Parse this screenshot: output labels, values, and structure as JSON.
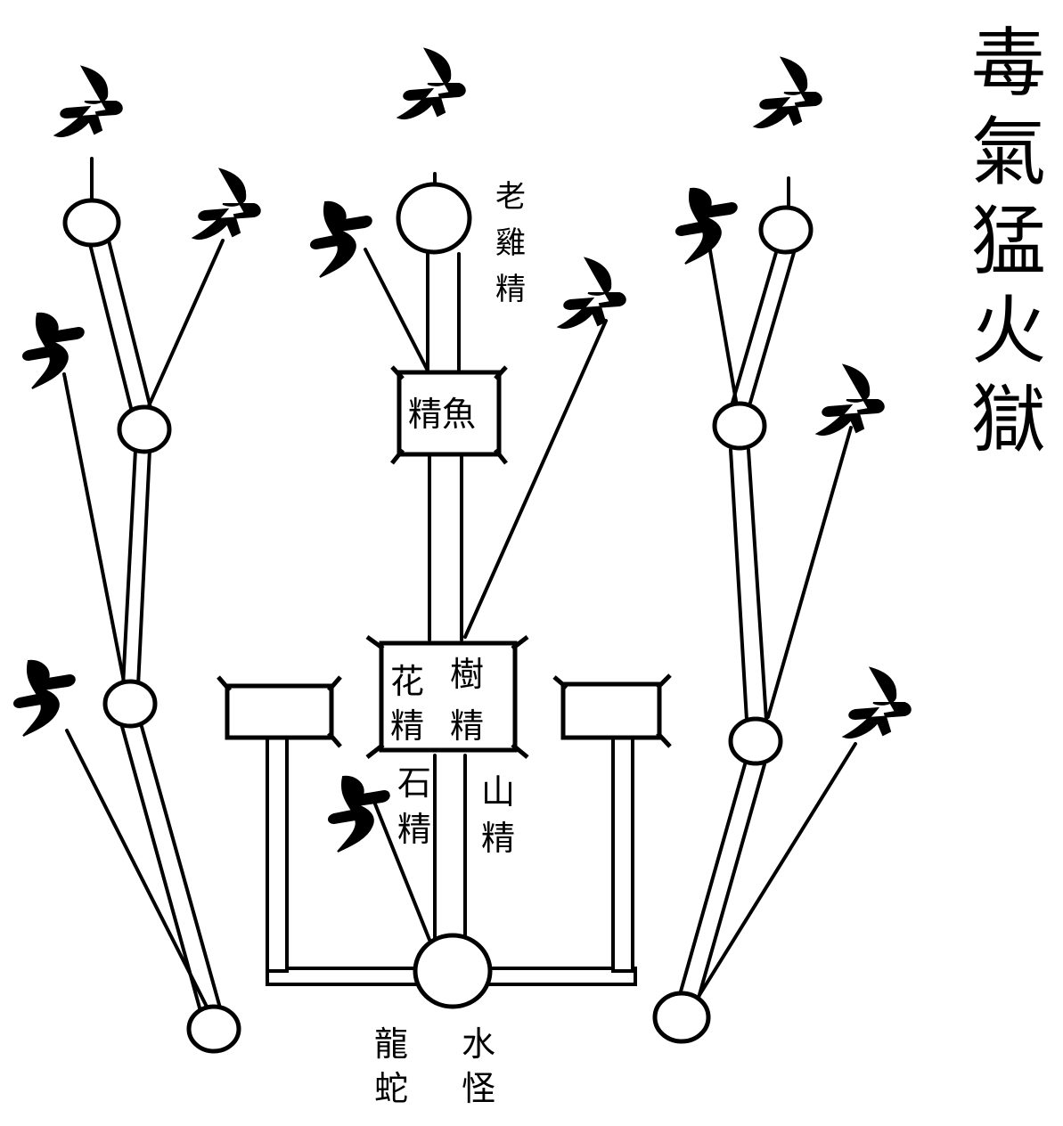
{
  "title": [
    "毒",
    "氣",
    "猛",
    "火",
    "獄"
  ],
  "labels": {
    "laojijing": [
      "老",
      "雞",
      "精"
    ],
    "yujing": "精魚",
    "huajing": [
      "花",
      "精"
    ],
    "shujing": [
      "樹",
      "精"
    ],
    "shijing": [
      "石",
      "精"
    ],
    "shanjing": [
      "山",
      "精"
    ],
    "longshe": [
      "龍",
      "蛇"
    ],
    "shuiguai": [
      "水",
      "怪"
    ]
  }
}
